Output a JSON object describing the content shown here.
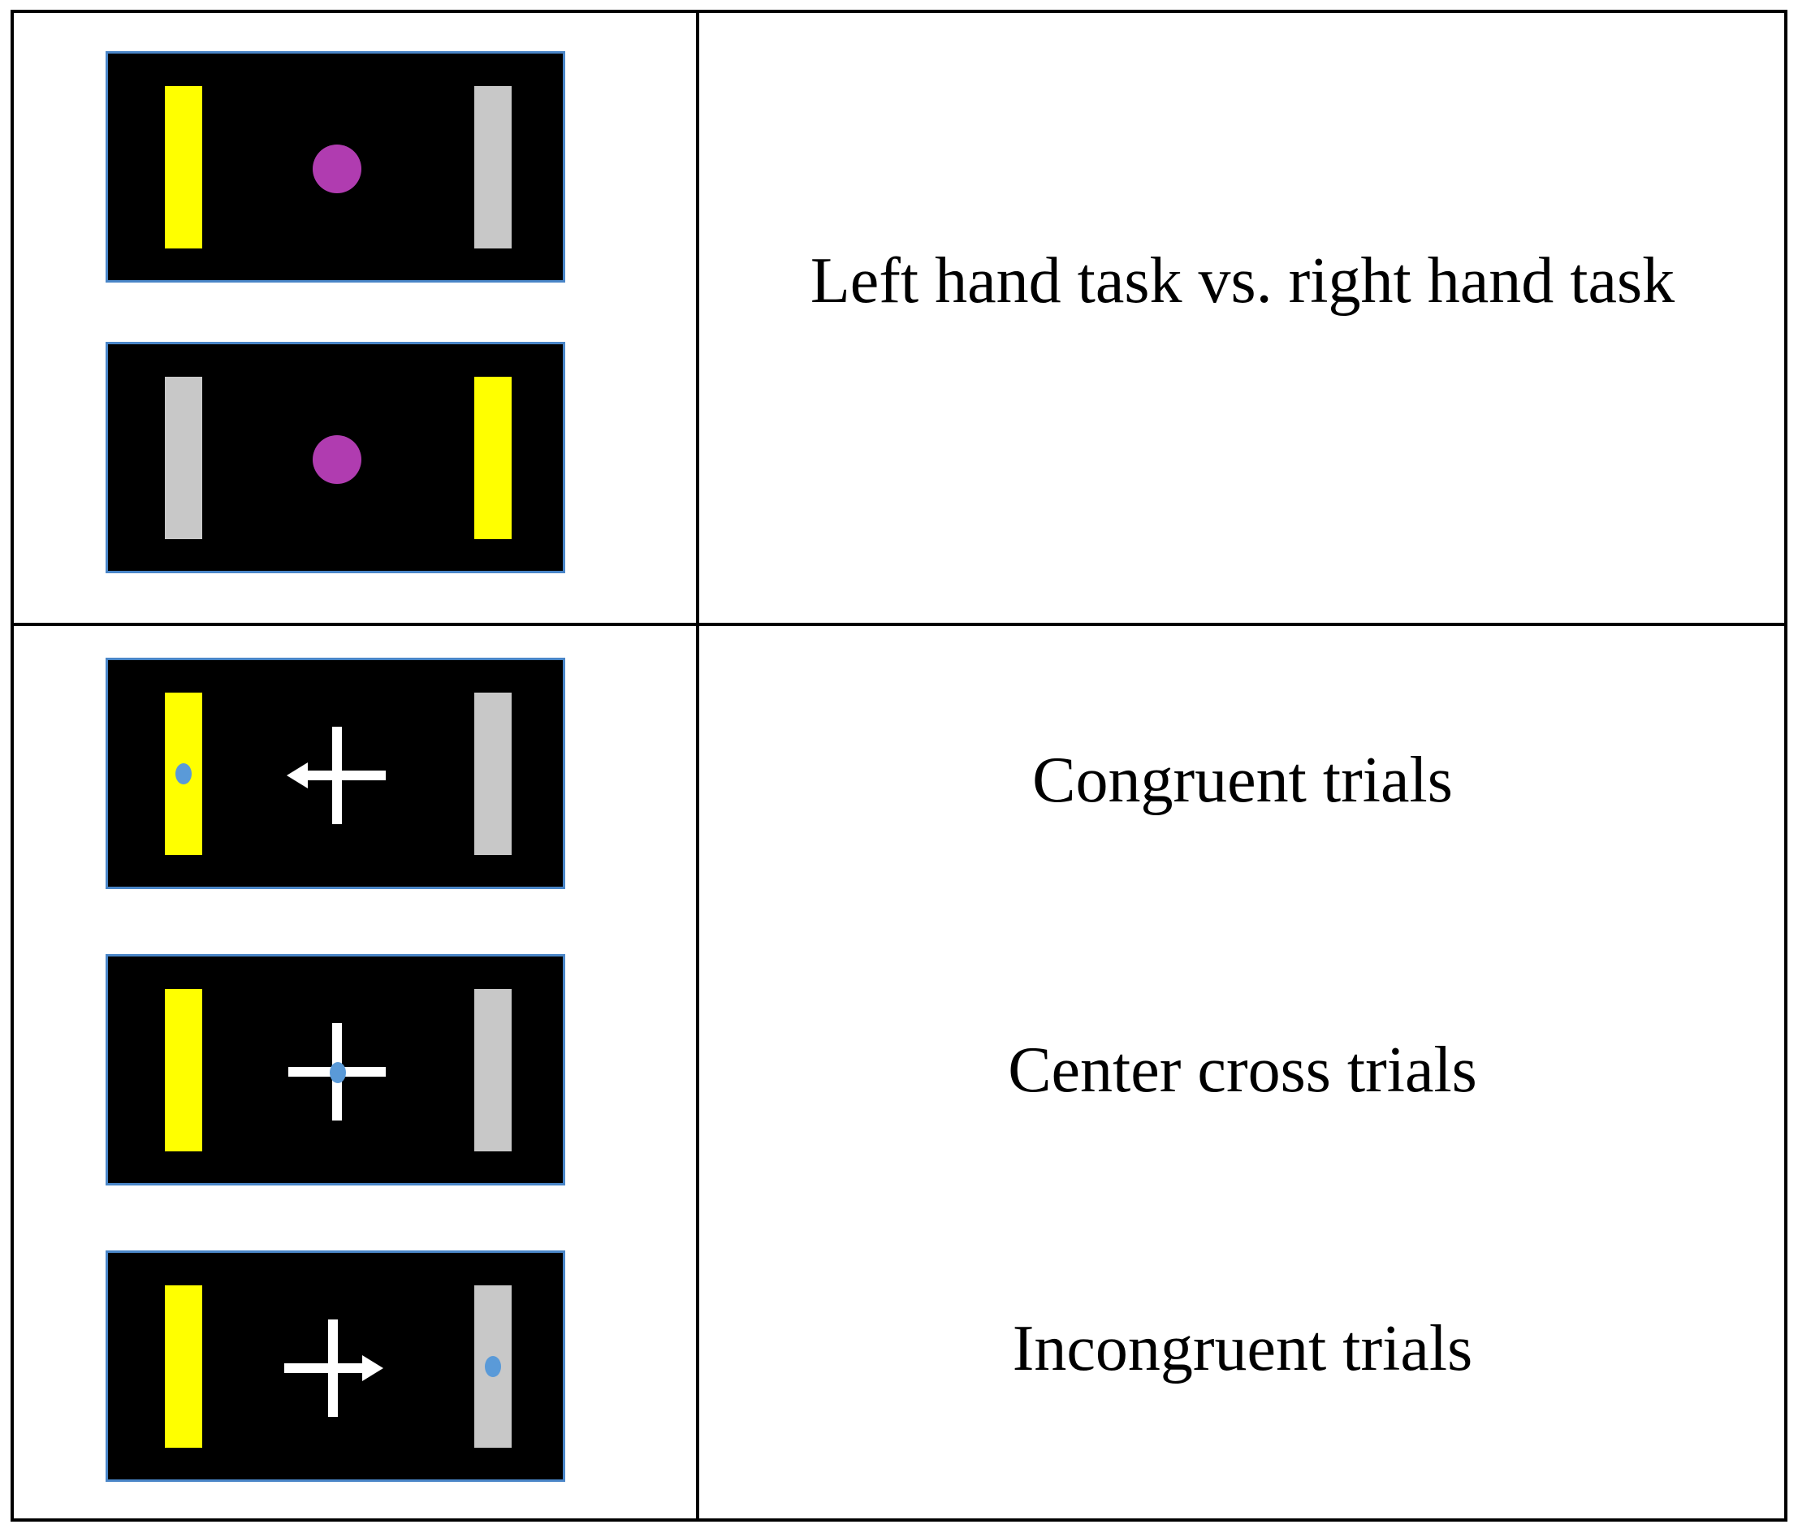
{
  "colors": {
    "panel_background": "#000000",
    "panel_border": "#4a86c8",
    "yellow_bar": "#ffff00",
    "gray_bar": "#c8c8c8",
    "magenta_dot": "#b03cb0",
    "blue_dot": "#5a9ad8",
    "cross": "#ffffff"
  },
  "rows": [
    {
      "label": "Left hand task vs. right hand task",
      "stimuli": [
        {
          "left_bar": "yellow",
          "right_bar": "gray",
          "center": "magenta-dot"
        },
        {
          "left_bar": "gray",
          "right_bar": "yellow",
          "center": "magenta-dot"
        }
      ]
    }
  ],
  "trials": [
    {
      "label": "Congruent trials",
      "left_bar": "yellow",
      "right_bar": "gray",
      "center": "cross-arrow-left",
      "blue_dot": "left-bar"
    },
    {
      "label": "Center cross trials",
      "left_bar": "yellow",
      "right_bar": "gray",
      "center": "cross",
      "blue_dot": "center"
    },
    {
      "label": "Incongruent trials",
      "left_bar": "yellow",
      "right_bar": "gray",
      "center": "cross-arrow-right",
      "blue_dot": "right-bar"
    }
  ]
}
